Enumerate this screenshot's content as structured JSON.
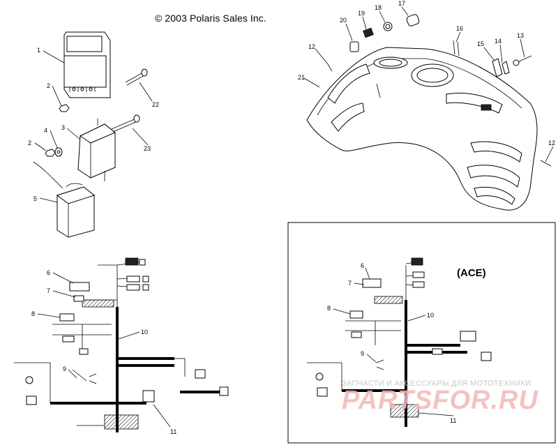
{
  "header": {
    "copyright": "© 2003 Polaris Sales Inc."
  },
  "inset": {
    "label": "(ACE)"
  },
  "watermark": {
    "tagline": "ЗАПЧАСТИ И АКСЕССУАРЫ ДЛЯ МОТОТЕХНИКИ",
    "logo": "PARTSFOR.RU",
    "logo_color": "#f2b8b8"
  },
  "callouts": {
    "left_top": [
      "1",
      "2",
      "22",
      "4",
      "3",
      "2",
      "23",
      "5"
    ],
    "right_top": [
      "20",
      "19",
      "18",
      "17",
      "16",
      "15",
      "14",
      "13",
      "12",
      "21",
      "12"
    ],
    "left_harness": [
      "6",
      "7",
      "8",
      "10",
      "9",
      "11"
    ],
    "right_harness": [
      "6",
      "7",
      "8",
      "10",
      "9",
      "11"
    ]
  }
}
